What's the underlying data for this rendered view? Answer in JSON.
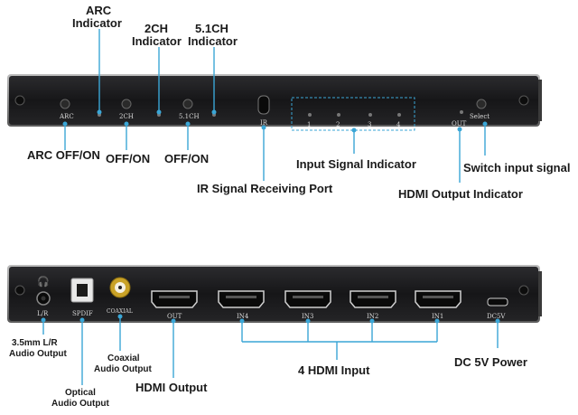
{
  "front": {
    "panel_labels": {
      "arc": "ARC",
      "ch2": "2CH",
      "ch51": "5.1CH",
      "ir": "IR",
      "in1": "1",
      "in2": "2",
      "in3": "3",
      "in4": "4",
      "out": "OUT",
      "select": "Select"
    },
    "callouts": {
      "arc_indicator_1": "ARC",
      "arc_indicator_2": "Indicator",
      "ch2_indicator_1": "2CH",
      "ch2_indicator_2": "Indicator",
      "ch51_indicator_1": "5.1CH",
      "ch51_indicator_2": "Indicator",
      "arc_offon": "ARC OFF/ON",
      "ch2_offon": "OFF/ON",
      "ch51_offon": "OFF/ON",
      "ir_port": "IR Signal Receiving Port",
      "input_signal_indicator": "Input Signal Indicator",
      "switch_input_signal": "Switch input signal",
      "hdmi_output_indicator": "HDMI Output Indicator"
    }
  },
  "rear": {
    "panel_labels": {
      "lr": "L/R",
      "spdif": "SPDIF",
      "coaxial": "COAXIAL",
      "out": "OUT",
      "in4": "IN4",
      "in3": "IN3",
      "in2": "IN2",
      "in1": "IN1",
      "dc5v": "DC5V"
    },
    "callouts": {
      "audio_out_1": "3.5mm L/R",
      "audio_out_2": "Audio Output",
      "optical_1": "Optical",
      "optical_2": "Audio Output",
      "coaxial_1": "Coaxial",
      "coaxial_2": "Audio Output",
      "hdmi_output": "HDMI Output",
      "hdmi_input": "4 HDMI Input",
      "dc_power": "DC 5V Power"
    }
  },
  "colors": {
    "panel": "#1c1c1e",
    "panel_edge": "#8a8a8a",
    "connector": "#3aa6d6"
  }
}
